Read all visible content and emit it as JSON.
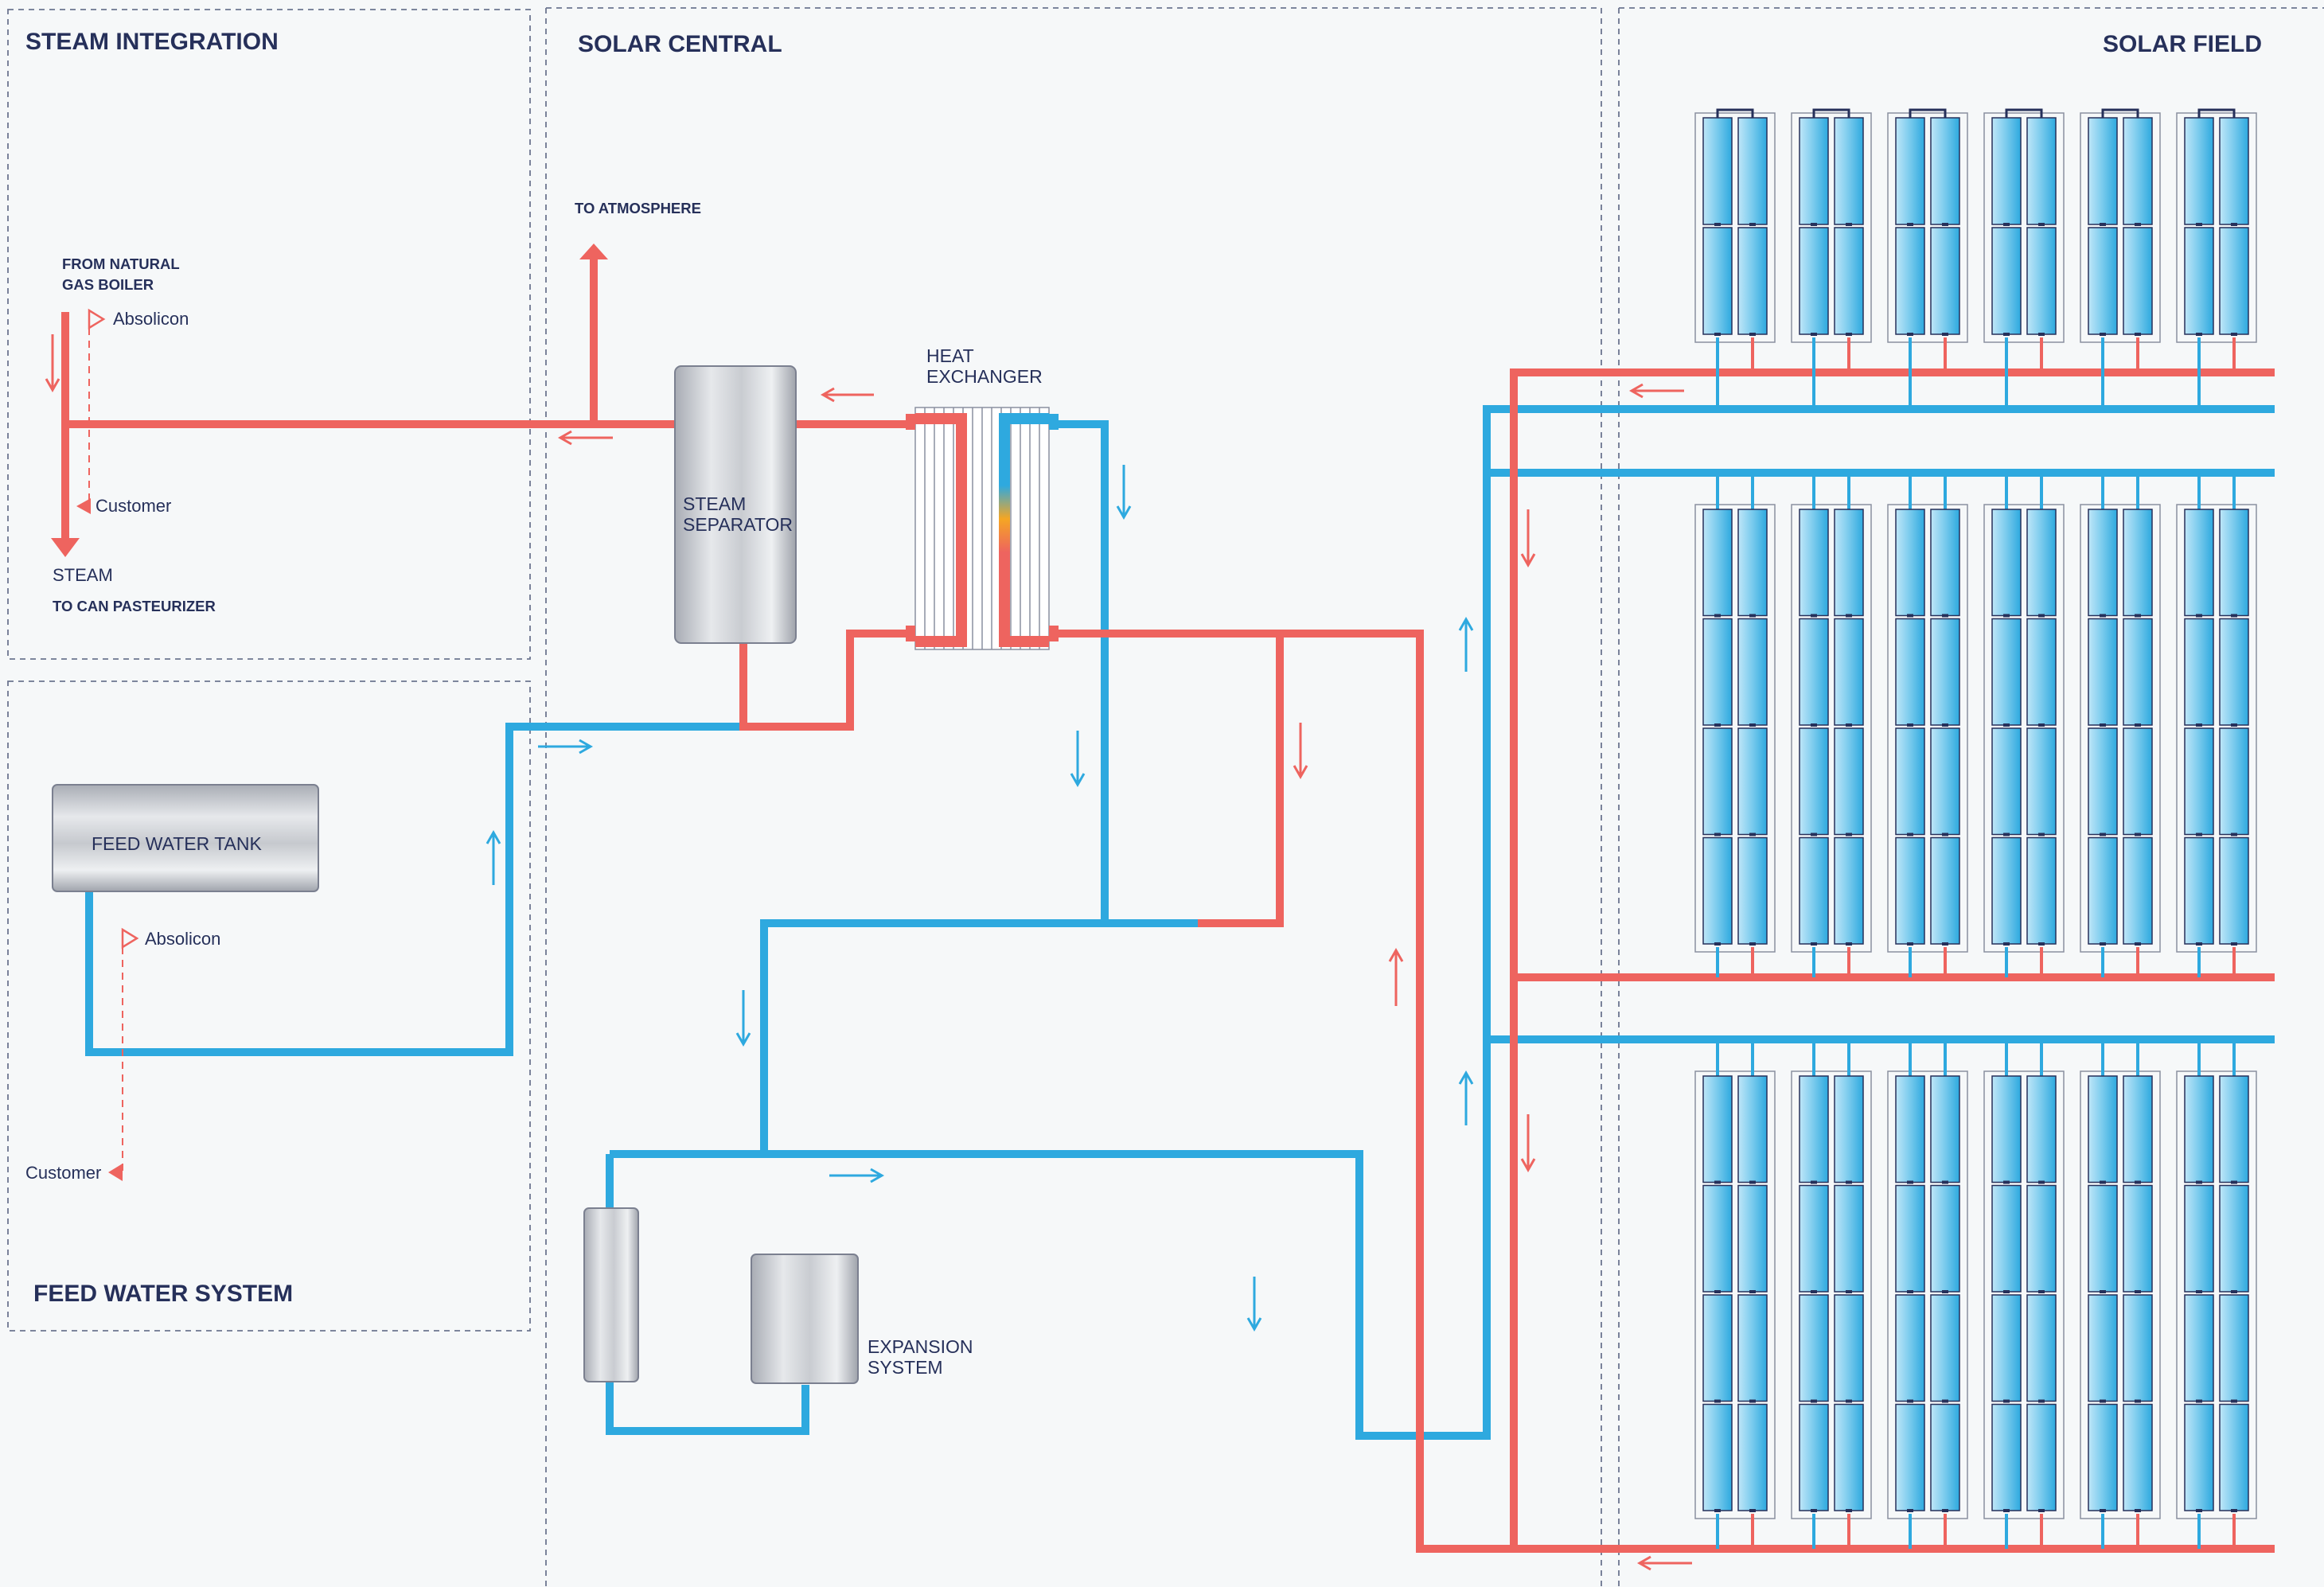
{
  "sections": {
    "steam_integration": "STEAM INTEGRATION",
    "solar_central": "SOLAR CENTRAL",
    "solar_field": "SOLAR FIELD",
    "feed_water_system": "FEED WATER SYSTEM"
  },
  "labels": {
    "to_atmosphere": "TO ATMOSPHERE",
    "from_boiler_1": "FROM NATURAL",
    "from_boiler_2": "GAS BOILER",
    "absolicon_1": "Absolicon",
    "customer_1": "Customer",
    "steam": "STEAM",
    "to_can_pasteurizer": "TO CAN PASTEURIZER",
    "absolicon_2": "Absolicon",
    "customer_2": "Customer"
  },
  "equipment": {
    "steam_separator_1": "STEAM",
    "steam_separator_2": "SEPARATOR",
    "heat_exchanger_1": "HEAT",
    "heat_exchanger_2": "EXCHANGER",
    "feed_water_tank": "FEED WATER TANK",
    "expansion_system_1": "EXPANSION",
    "expansion_system_2": "SYSTEM"
  },
  "colors": {
    "hot": "#ee645f",
    "cold": "#2ea9df",
    "text": "#1f2b5e",
    "background": "#f6f8f9"
  },
  "solar_field": {
    "rows": 3,
    "columns_per_row": 6,
    "collectors_per_column": [
      2,
      4,
      4
    ]
  }
}
